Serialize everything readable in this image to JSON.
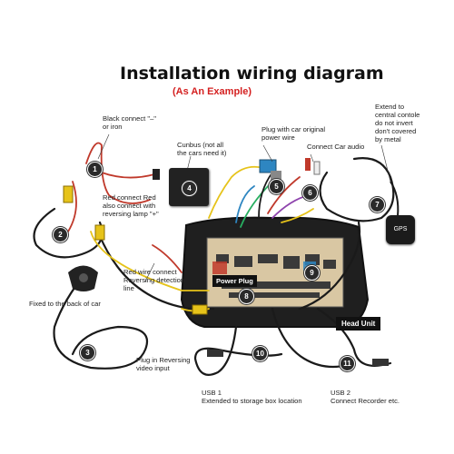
{
  "title": "Installation wiring diagram",
  "subtitle": "(As An Example)",
  "labels": {
    "black_connect_l1": "Black connect \"–\"",
    "black_connect_l2": "or iron",
    "canbus_l1": "Cunbus (not all",
    "canbus_l2": "the cars need it)",
    "plug_car_l1": "Plug with car original",
    "plug_car_l2": "power wire",
    "connect_audio": "Connect Car audio",
    "extend_l1": "Extend to",
    "extend_l2": "central contole",
    "extend_l3": "do not invert",
    "extend_l4": "don't covered",
    "extend_l5": "by metal",
    "red_connect_l1": "Red connect Red",
    "red_connect_l2": "also connect with",
    "red_connect_l3": "reversing lamp \"+\"",
    "red_wire_l1": "Red wire connect",
    "red_wire_l2": "Reversing detection",
    "red_wire_l3": "line",
    "fixed_back": "Fixed to the back of car",
    "plug_reversing_l1": "Plug in Reversing",
    "plug_reversing_l2": "video input",
    "usb1_l1": "USB 1",
    "usb1_l2": "Extended to storage box location",
    "usb2_l1": "USB 2",
    "usb2_l2": "Connect Recorder etc.",
    "power_plug": "Power Plug",
    "head_unit": "Head Unit",
    "gps": "GPS"
  },
  "markers": [
    "1",
    "2",
    "3",
    "4",
    "5",
    "6",
    "7",
    "8",
    "9",
    "10",
    "11"
  ],
  "colors": {
    "accent_red": "#d42020",
    "marker_bg": "#2a2a2a",
    "unit_dark": "#1e1e1e",
    "wire_black": "#1a1a1a",
    "wire_red": "#c0392b",
    "wire_yellow": "#e6c31a"
  }
}
